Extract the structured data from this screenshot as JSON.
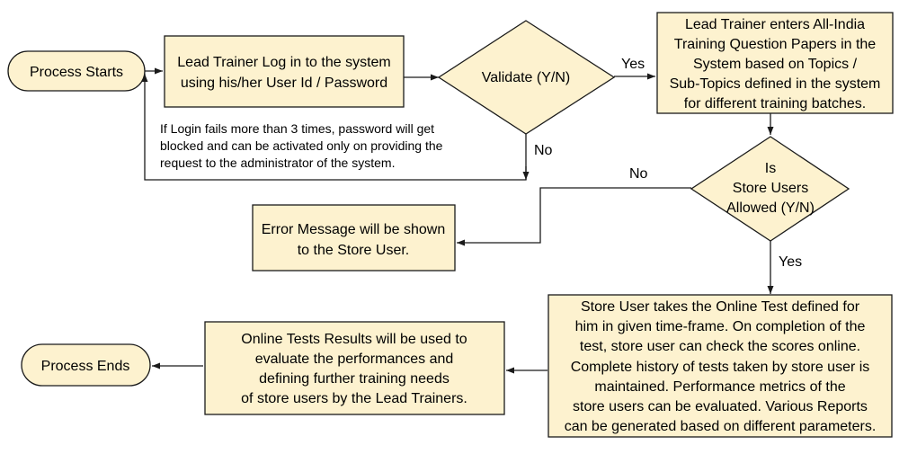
{
  "nodes": {
    "start": {
      "lines": [
        "Process Starts"
      ]
    },
    "login": {
      "lines": [
        "Lead Trainer Log in to the system",
        "using his/her User Id / Password"
      ]
    },
    "validate": {
      "lines": [
        "Validate (Y/N)"
      ]
    },
    "enter_papers": {
      "lines": [
        "Lead Trainer enters All-India",
        "Training Question Papers in the",
        "System based on Topics /",
        "Sub-Topics defined in the system",
        "for different training batches."
      ]
    },
    "store_allowed": {
      "lines": [
        "Is",
        "Store Users",
        "Allowed (Y/N)"
      ]
    },
    "error": {
      "lines": [
        "Error Message will be shown",
        "to the Store User."
      ]
    },
    "online_test": {
      "lines": [
        "Store User takes the Online Test defined for",
        "him in given time-frame. On completion of the",
        "test, store user can check the scores online.",
        "Complete history of tests taken by store user is",
        "maintained.  Performance metrics of the",
        "store users can be evaluated. Various Reports",
        "can be generated based on different parameters."
      ]
    },
    "results": {
      "lines": [
        "Online Tests Results will be used to",
        "evaluate the performances and",
        "defining further training needs",
        "of store users by the Lead Trainers."
      ]
    },
    "end": {
      "lines": [
        "Process Ends"
      ]
    }
  },
  "annotation": {
    "lines": [
      "If Login fails more than  3 times, password will get",
      "blocked and can be activated only  on providing the",
      "request to the administrator of the system."
    ]
  },
  "edge_labels": {
    "validate_yes": "Yes",
    "validate_no": "No",
    "allowed_no": "No",
    "allowed_yes": "Yes"
  },
  "colors": {
    "node_fill": "#fdf2cf",
    "stroke": "#1a1a1a"
  }
}
